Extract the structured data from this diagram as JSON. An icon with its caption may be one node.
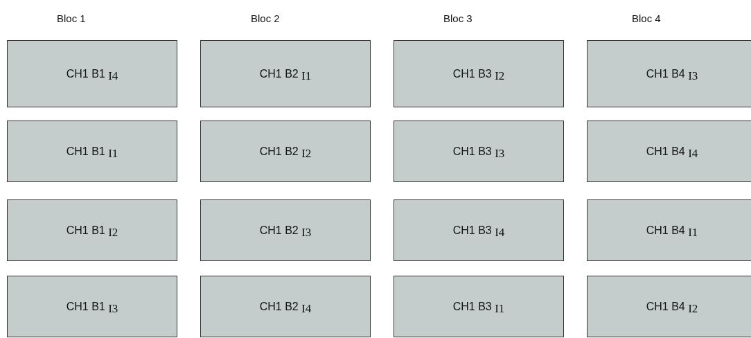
{
  "diagram": {
    "nodes": [
      {
        "text": [
          "CH1 B1 I4"
        ]
      },
      {
        "text": [
          "CH1 B2 I1"
        ]
      },
      {
        "text": [
          "CH1 B3 I2"
        ]
      },
      {
        "text": [
          "CH1 B4 I3"
        ]
      },
      {
        "text": [
          "CH1 B1 I1"
        ]
      },
      {
        "text": [
          "CH1 B2 I2"
        ]
      },
      {
        "text": [
          "CH1 B3 I3"
        ]
      },
      {
        "text": [
          "CH1 B4 I4"
        ]
      },
      {
        "text": [
          "CH1 B1 I2"
        ]
      },
      {
        "text": [
          "CH1 B2 I3"
        ]
      },
      {
        "text": [
          "CH1 B3 I4"
        ]
      },
      {
        "text": [
          "CH1 B4 I1"
        ]
      },
      {
        "text": [
          "CH1 B1 I3"
        ]
      },
      {
        "text": [
          "CH1 B2 I4"
        ]
      },
      {
        "text": [
          "CH1 B3 I1"
        ]
      },
      {
        "text": [
          "CH1 B4 I2"
        ]
      }
    ],
    "edges": [],
    "labels": [
      "Bloc 1",
      "Bloc 2",
      "Bloc 3",
      "Bloc 4"
    ]
  }
}
